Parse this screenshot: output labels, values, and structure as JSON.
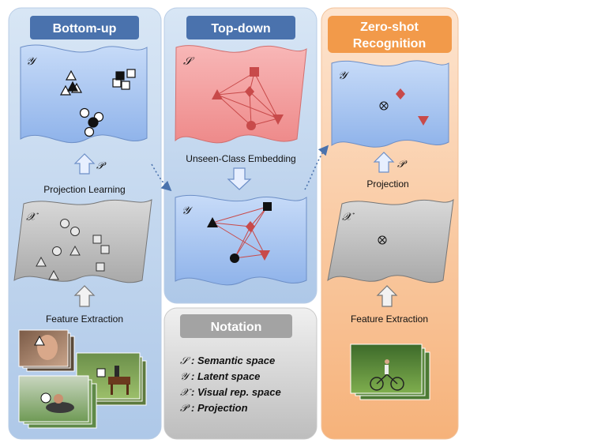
{
  "panels": {
    "bottom_up": {
      "title": "Bottom-up",
      "latent_space_symbol": "𝒴",
      "projection_symbol": "𝒫",
      "projection_label": "Projection Learning",
      "visual_space_symbol": "𝒳",
      "extraction_label": "Feature Extraction"
    },
    "top_down": {
      "title": "Top-down",
      "semantic_space_symbol": "𝒮",
      "embedding_label": "Unseen-Class Embedding",
      "latent_space_symbol": "𝒴"
    },
    "zero_shot": {
      "title_line1": "Zero-shot",
      "title_line2": "Recognition",
      "latent_space_symbol": "𝒴",
      "projection_symbol": "𝒫",
      "projection_label": "Projection",
      "visual_space_symbol": "𝒳",
      "extraction_label": "Feature Extraction"
    }
  },
  "notation": {
    "title": "Notation",
    "items": [
      {
        "symbol": "𝒮",
        "text": ": Semantic space"
      },
      {
        "symbol": "𝒴",
        "text": ": Latent space"
      },
      {
        "symbol": "𝒳",
        "text": ": Visual rep. space"
      },
      {
        "symbol": "𝒫",
        "text": ": Projection"
      }
    ]
  },
  "colors": {
    "panel_blue": "#c9dbef",
    "panel_orange": "#f8c9a0",
    "title_blue": "#4a72ad",
    "title_orange": "#f29a4a",
    "sheet_blue": "#a9c6f0",
    "sheet_red": "#f29f9f",
    "sheet_gray": "#c8c8c8",
    "marker_red": "#c84a4a"
  },
  "icons": {
    "unseen_marker": "circled-times-icon",
    "arrow_up": "hollow-up-arrow-icon",
    "arrow_down": "hollow-down-arrow-icon"
  }
}
